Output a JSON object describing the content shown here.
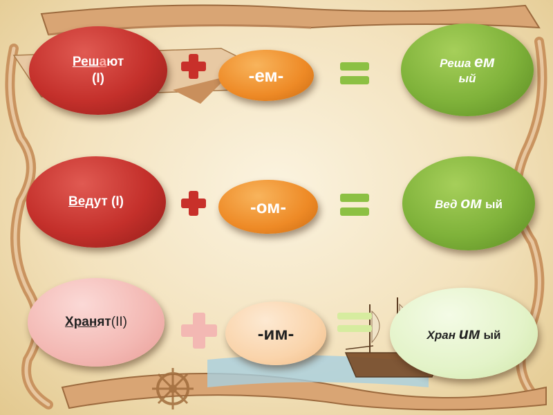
{
  "rows": [
    {
      "verb": {
        "prefix": "",
        "stem": "Реш",
        "mid": "а",
        "ending": "ют",
        "conj": "(I)"
      },
      "suffix": "-ем-",
      "result": {
        "stem": "Реша ",
        "suffix": "ем",
        "ending": "ый"
      }
    },
    {
      "verb": {
        "stem": "Вед",
        "ending": "ут",
        "conj": " (I)"
      },
      "suffix": "-ом-",
      "result": {
        "stem": "Вед ",
        "suffix": "ом",
        "ending": " ый"
      }
    },
    {
      "verb": {
        "stem": "Хран",
        "ending": "ят",
        "conj": "(II)"
      },
      "suffix": "-им-",
      "result": {
        "stem": "Хран ",
        "suffix": "им",
        "ending": " ый"
      }
    }
  ],
  "colors": {
    "verb_active": "#c4302b",
    "suffix_active": "#ee8a26",
    "result_active": "#7fb23a",
    "plus_active": "#c8302a",
    "equals_active": "#8cc043",
    "verb_faded": "#f3b8b3",
    "suffix_faded": "#fad4ab",
    "result_faded": "#e3f3c8",
    "plus_faded": "#f3b8b3",
    "equals_faded": "#d6ec9f"
  },
  "icons": [
    "scroll-banner-icon",
    "ship-icon",
    "ship-wheel-icon",
    "plus-icon",
    "equals-icon"
  ]
}
